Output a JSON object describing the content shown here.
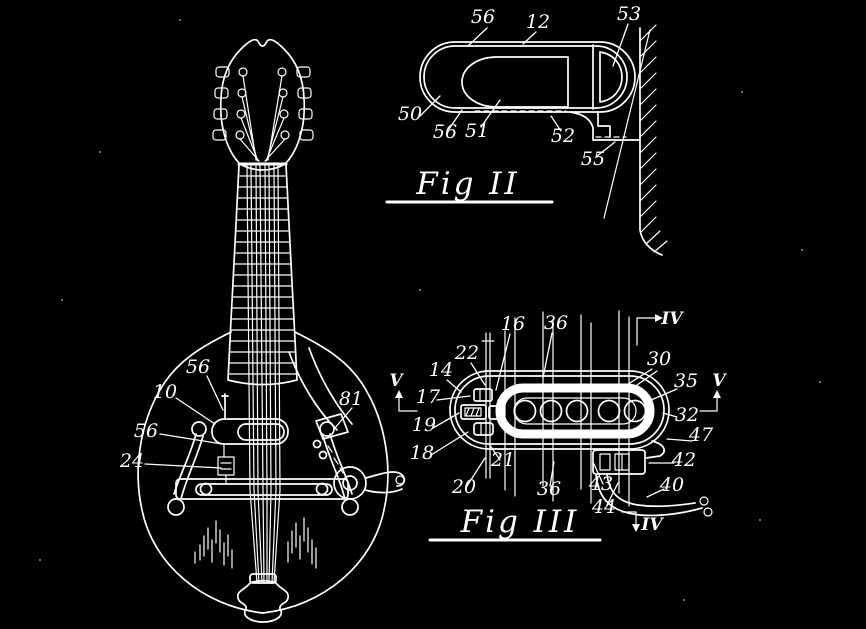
{
  "palette": {
    "background": "#000000",
    "ink": "#ffffff"
  },
  "mandolin": {
    "labels": [
      "56",
      "10",
      "56",
      "24",
      "81"
    ]
  },
  "fig2": {
    "caption": "Fig II",
    "labels": [
      "56",
      "12",
      "53",
      "50",
      "56",
      "51",
      "52",
      "55"
    ]
  },
  "fig3": {
    "caption": "Fig III",
    "labels": [
      "16",
      "36",
      "22",
      "14",
      "17",
      "19",
      "18",
      "20",
      "21",
      "36",
      "43",
      "44",
      "30",
      "35",
      "32",
      "47",
      "42",
      "40"
    ],
    "sections": {
      "top": "IV",
      "bottom": "IV",
      "left": "V",
      "right": "V"
    }
  }
}
